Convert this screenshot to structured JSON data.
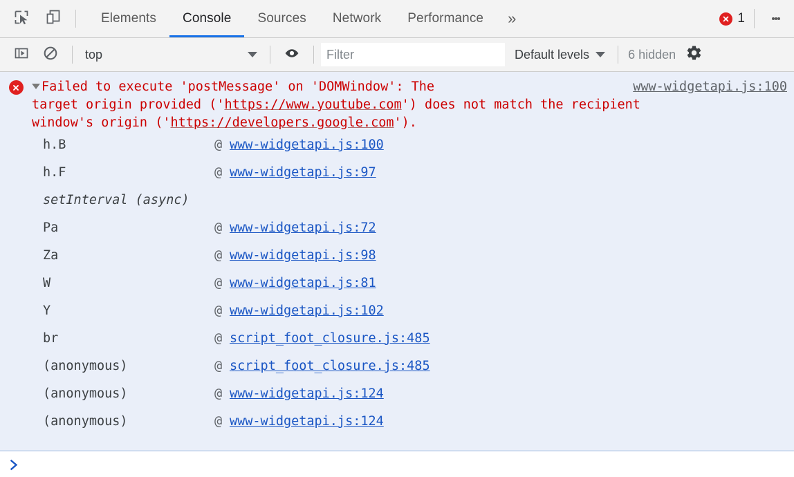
{
  "tabbar": {
    "inspect_icon": "inspect-element-icon",
    "device_icon": "device-toolbar-icon",
    "tabs": [
      {
        "label": "Elements",
        "active": false
      },
      {
        "label": "Console",
        "active": true
      },
      {
        "label": "Sources",
        "active": false
      },
      {
        "label": "Network",
        "active": false
      },
      {
        "label": "Performance",
        "active": false
      }
    ],
    "more_label": "»",
    "error_count": "1",
    "error_badge_color": "#e02020",
    "accent_color": "#1a73e8",
    "menu_icon": "kebab-menu-icon"
  },
  "filterbar": {
    "sidebar_icon": "console-sidebar-icon",
    "clear_icon": "clear-console-icon",
    "context": {
      "value": "top",
      "caret": "chevron-down-icon"
    },
    "eye_icon": "live-expression-eye-icon",
    "filter": {
      "value": "",
      "placeholder": "Filter"
    },
    "levels": {
      "label": "Default levels",
      "caret": "chevron-down-icon"
    },
    "hidden": "6 hidden",
    "settings_icon": "gear-icon"
  },
  "console": {
    "error": {
      "icon": "error-circle-icon",
      "expanded": true,
      "message_line1": "Failed to execute 'postMessage' on 'DOMWindow': The",
      "message_line2_pre": "target origin provided ('",
      "message_line2_url": "https://www.youtube.com",
      "message_line2_post": "') does not match the recipient",
      "message_line3_pre": "window's origin ('",
      "message_line3_url": "https://developers.google.com",
      "message_line3_post": "').",
      "source_link": "www-widgetapi.js:100",
      "text_color": "#cc0000",
      "background_color": "#eaeff9"
    },
    "stack_frames": [
      {
        "fn": "h.B",
        "at": "@",
        "link": "www-widgetapi.js:100",
        "async": false
      },
      {
        "fn": "h.F",
        "at": "@",
        "link": "www-widgetapi.js:97",
        "async": false
      },
      {
        "fn": "setInterval (async)",
        "at": "",
        "link": "",
        "async": true
      },
      {
        "fn": "Pa",
        "at": "@",
        "link": "www-widgetapi.js:72",
        "async": false
      },
      {
        "fn": "Za",
        "at": "@",
        "link": "www-widgetapi.js:98",
        "async": false
      },
      {
        "fn": "W",
        "at": "@",
        "link": "www-widgetapi.js:81",
        "async": false
      },
      {
        "fn": "Y",
        "at": "@",
        "link": "www-widgetapi.js:102",
        "async": false
      },
      {
        "fn": "br",
        "at": "@",
        "link": "script_foot_closure.js:485",
        "async": false
      },
      {
        "fn": "(anonymous)",
        "at": "@",
        "link": "script_foot_closure.js:485",
        "async": false
      },
      {
        "fn": "(anonymous)",
        "at": "@",
        "link": "www-widgetapi.js:124",
        "async": false
      },
      {
        "fn": "(anonymous)",
        "at": "@",
        "link": "www-widgetapi.js:124",
        "async": false
      }
    ],
    "link_color": "#1a56c4"
  },
  "prompt": {
    "chevron": "›",
    "value": "",
    "placeholder": ""
  }
}
